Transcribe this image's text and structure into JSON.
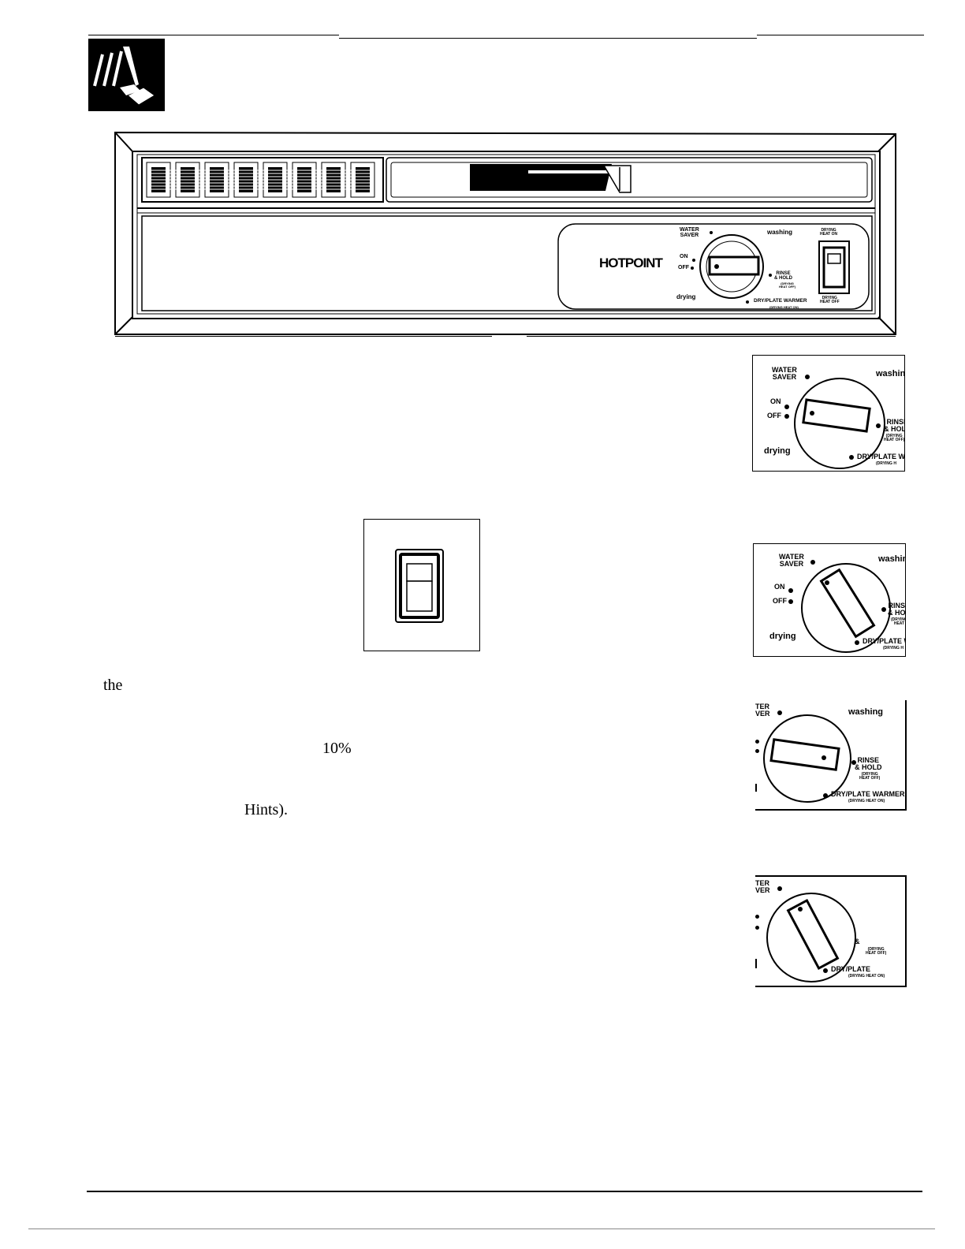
{
  "header": {
    "icon": "hand-pressing-button-icon"
  },
  "panel": {
    "brand": "HOTPOINT",
    "dial_labels": {
      "water_saver": "WATER\nSAVER",
      "washing": "washing",
      "on": "ON",
      "off": "OFF",
      "rinse_hold": "RINSE\n& HOLD",
      "rinse_hold_sub": "(DRYING\nHEAT OFF)",
      "drying": "drying",
      "dry_plate_warmer": "DRY/PLATE WARMER",
      "dry_plate_warmer_sub": "(DRYING HEAT ON)"
    },
    "switch_labels": {
      "top": "DRYING\nHEAT ON",
      "bottom": "DRYING\nHEAT OFF"
    }
  },
  "dial1": {
    "water_saver": "WATER\nSAVER",
    "washing": "washing",
    "on": "ON",
    "off": "OFF",
    "rinse": "RINSE\n& HOLD",
    "rinse_sub": "(DRYING\nHEAT OFF)",
    "drying": "drying",
    "dry_plate": "DRY/PLATE W",
    "dry_plate_sub": "(DRYING H"
  },
  "dial2": {
    "water_saver": "WATER\nSAVER",
    "washing": "washin",
    "on": "ON",
    "off": "OFF",
    "rinse": "RINS\n& HO",
    "rinse_sub": "(DRYING\nHEAT",
    "drying": "drying",
    "dry_plate": "DRY/PLATE W",
    "dry_plate_sub": "(DRYING H"
  },
  "dial3": {
    "water_saver": "TER\nVER",
    "washing": "washing",
    "rinse": "RINSE\n& HOLD",
    "rinse_sub": "(DRYING\nHEAT OFF)",
    "dry_plate": "DRY/PLATE WARMER",
    "dry_plate_sub": "(DRYING HEAT ON)"
  },
  "dial4": {
    "water_saver": "TER\nVER",
    "amp": "&",
    "rinse_sub": "(DRYING\nHEAT OFF)",
    "dry_plate": "DRY/PLATE",
    "dry_plate_sub": "(DRYING HEAT ON)"
  },
  "text_fragments": {
    "the": "the",
    "percent": "10%",
    "hints": "Hints)."
  }
}
